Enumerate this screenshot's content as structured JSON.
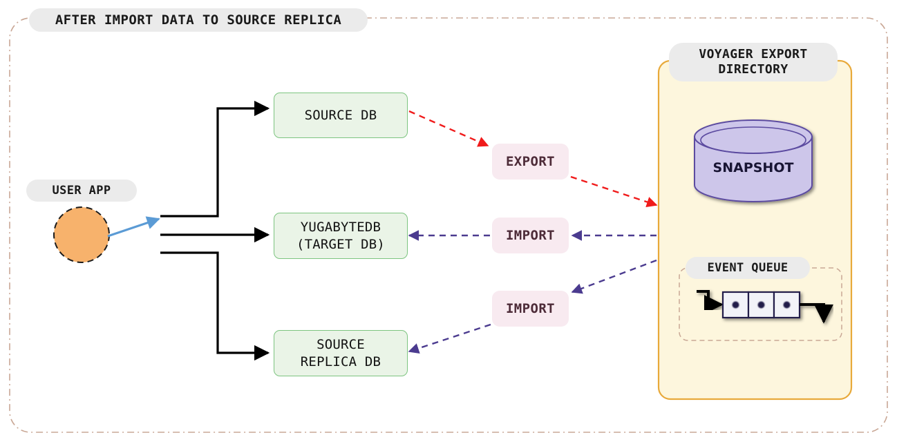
{
  "diagram": {
    "title": "AFTER IMPORT DATA TO SOURCE REPLICA",
    "colors": {
      "outer_border": "#c9a795",
      "pill_bg": "#ebebeb",
      "db_box_fill": "#eaf4e7",
      "db_box_border": "#7cc47f",
      "voyager_fill": "#fdf6dd",
      "voyager_border": "#e8a93a",
      "export_arrow": "#f01b1b",
      "import_arrow": "#4b3b8f",
      "user_arrow": "#5b9bd5",
      "user_circle": "#f7b26c",
      "snapshot_fill": "#cdc6ea",
      "snapshot_border": "#5b4ba0",
      "action_label_bg": "#f8eaf0",
      "action_label_text": "#4d2b38",
      "queue_cell_fill": "#f2f2f8",
      "queue_cell_border": "#241f4a"
    }
  },
  "user_app": {
    "label": "USER APP",
    "shape": "circle"
  },
  "databases": [
    {
      "id": "source-db",
      "label": "SOURCE DB"
    },
    {
      "id": "target-db",
      "label": "YUGABYTEDB\n(TARGET DB)"
    },
    {
      "id": "replica-db",
      "label": "SOURCE\nREPLICA DB"
    }
  ],
  "actions": [
    {
      "id": "export",
      "label": "EXPORT",
      "from": "source-db",
      "to": "voyager-export-directory",
      "style": "red-dashed"
    },
    {
      "id": "import1",
      "label": "IMPORT",
      "from": "voyager-export-directory",
      "to": "target-db",
      "style": "purple-dashed"
    },
    {
      "id": "import2",
      "label": "IMPORT",
      "from": "voyager-export-directory",
      "to": "replica-db",
      "style": "purple-dashed"
    }
  ],
  "voyager": {
    "title": "VOYAGER EXPORT\nDIRECTORY",
    "snapshot": {
      "label": "SNAPSHOT",
      "shape": "cylinder"
    },
    "event_queue": {
      "label": "EVENT QUEUE",
      "cell_count": 3,
      "cells": [
        "event",
        "event",
        "event"
      ]
    }
  }
}
